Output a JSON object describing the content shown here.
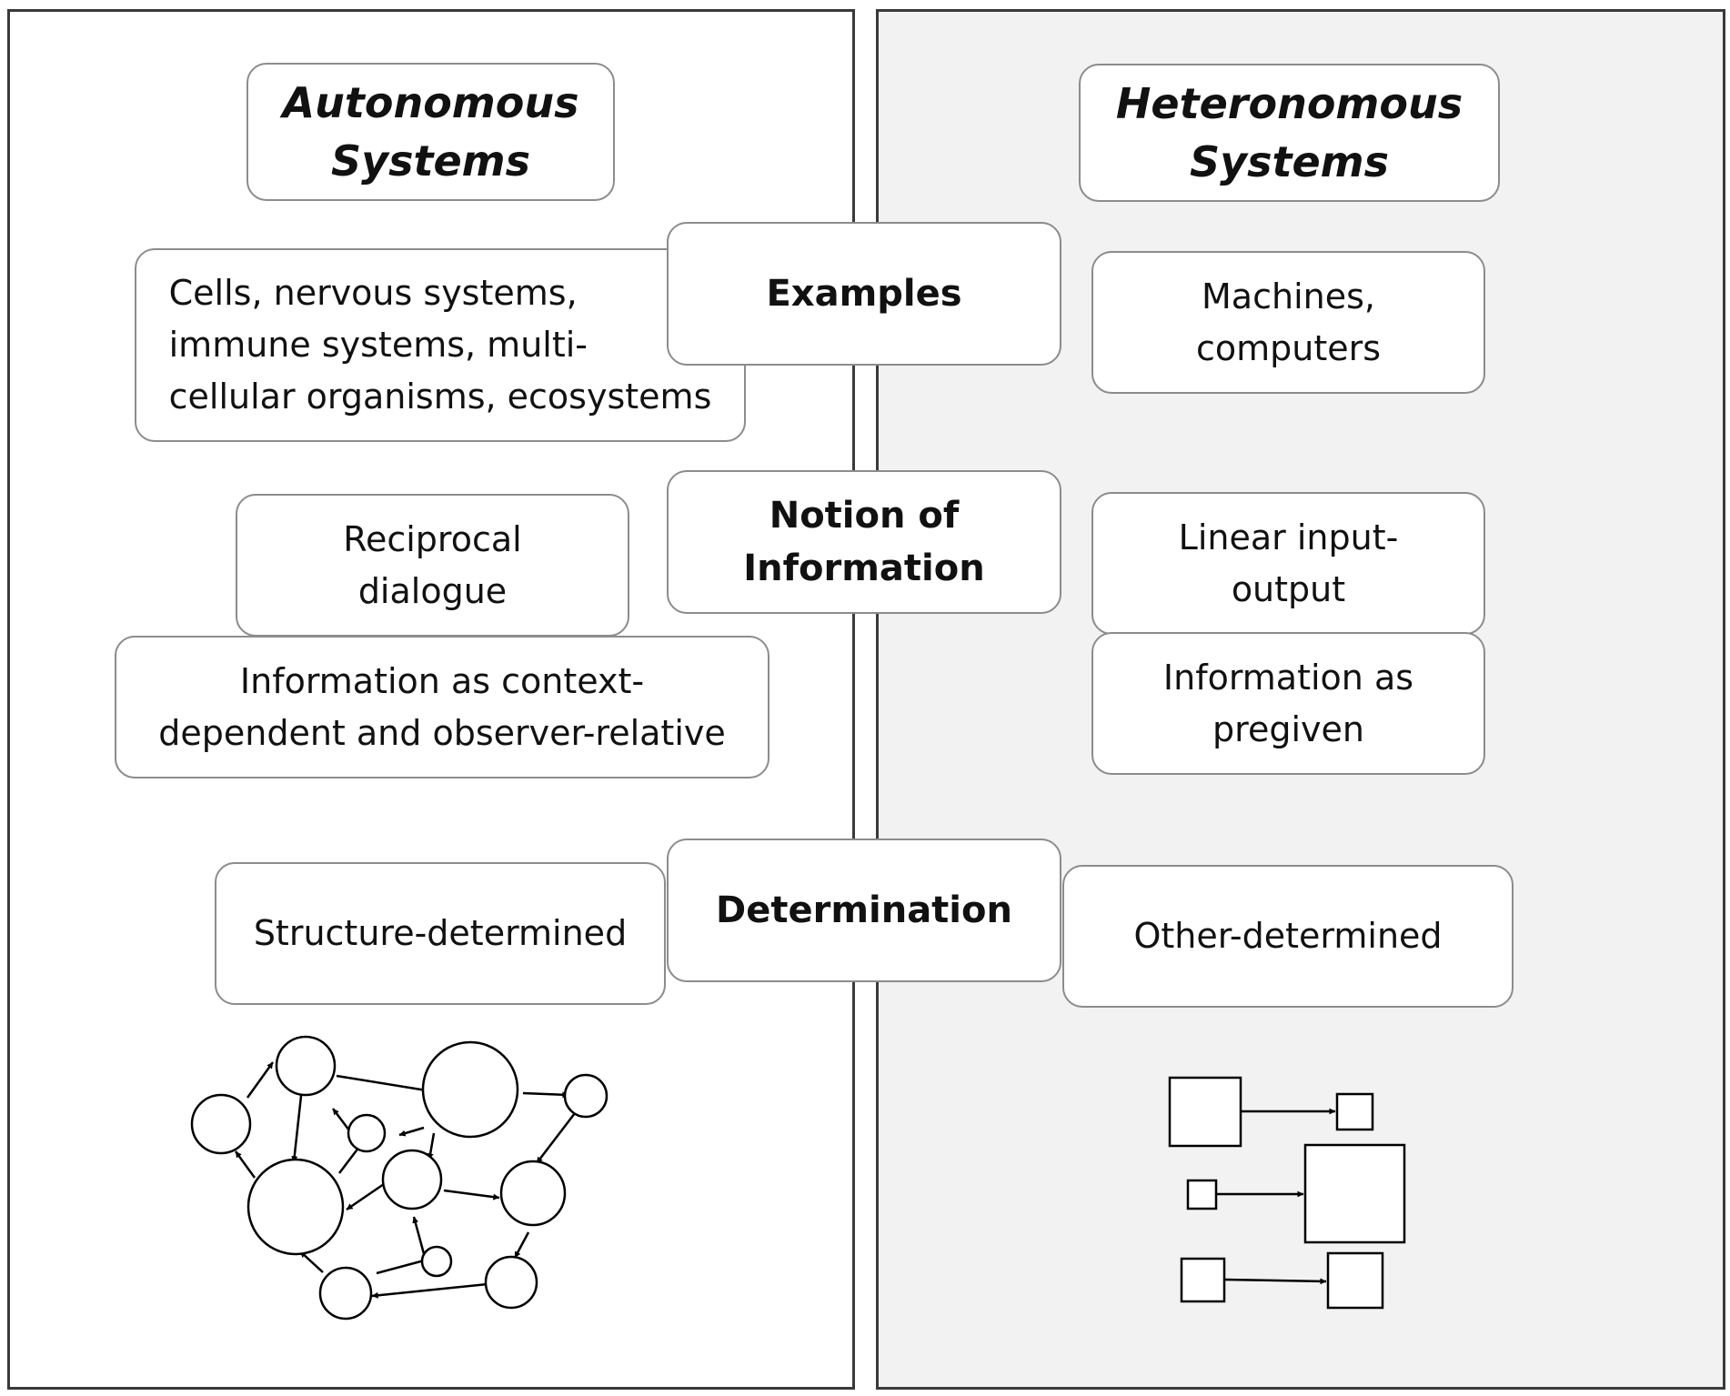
{
  "left": {
    "title": "Autonomous\nSystems",
    "examples": "Cells, nervous systems,\nimmune systems, multi-\ncellular organisms, ecosystems",
    "information_1": "Reciprocal\ndialogue",
    "information_2": "Information as context-\ndependent and observer-relative",
    "determination": "Structure-determined"
  },
  "center": {
    "examples": "Examples",
    "information": "Notion of\nInformation",
    "determination": "Determination"
  },
  "right": {
    "title": "Heteronomous\nSystems",
    "examples": "Machines,\ncomputers",
    "information_1": "Linear input-\noutput",
    "information_2": "Information as\npregiven",
    "determination": "Other-determined"
  }
}
